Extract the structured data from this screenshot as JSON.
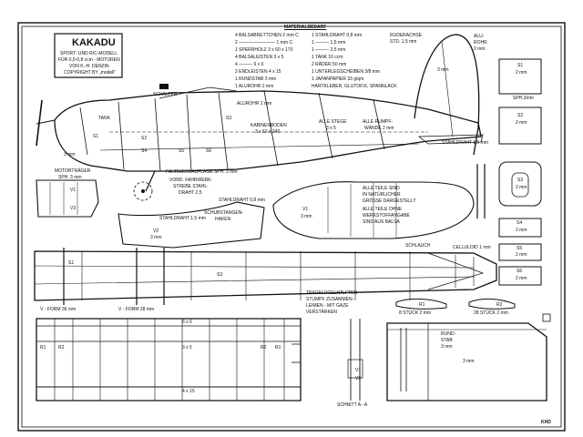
{
  "title": {
    "name": "KAKADU",
    "line1": "SPORT- UND R/C-MODELL",
    "line2": "FÜR 0,5-0,8 ccm - MOTOREN",
    "line3": "VON K.-H. DENZIN",
    "copyright": "COPYRIGHT BY „modell“"
  },
  "materials": {
    "heading": "MATERIALBEDARF",
    "left": [
      "4 BALSABRETTCHEN 2 mm C",
      "2 ———————— 1 mm C",
      "1 SPERRHOLZ 3 x 60 x 170",
      "4 BALSALEISTEN 3 x 5",
      "4 ——— 6 x 6",
      "2 ENDLEISTEN 4 x 15",
      "1 RUNDSTAB 3 mm",
      "1 ALUROHR 2 mm"
    ],
    "right": [
      "1 STAHLDRAHT 0,8 mm",
      "1 ——— 1,5 mm",
      "1 ——— 2,5 mm",
      "1 TANK 10 ccm",
      "2 RÄDER 50 mm",
      "1 UNTERLEGSCHEIBEN 3/8 mm",
      "1 JAPANPAPIER 33 g/qm",
      "HARTKLEBER, GLUTOFIX, SPANNLACK"
    ]
  },
  "labels": {
    "ruderachse": "RUDERACHSE",
    "std": "STD. 1,5 mm",
    "alurohr": "ALU-",
    "rohr": "ROHR",
    "alu_2mm": "2 mm",
    "schalter": "SCHALTER",
    "tank": "TANK",
    "alurohr_2mm": "ALUROHR 2 mm",
    "kabinenboden": "KABINENBODEN",
    "kab_dims": "3 x 52 x 240",
    "alle_stege": "ALLE STEGE",
    "stege_dims": "3 x 5",
    "alle_rumpf": "ALLE RUMPF-",
    "waende": "WÄNDE 2 mm",
    "stahldraht_15": "STAHLDRAHT 1,5 mm",
    "motortrager": "MOTORTRÄGER",
    "sph3": "SPH. 3 mm",
    "fahrwerk1": "FAHRWERKAUFLAGE SPH. 3 mm",
    "fahrwerk2": "VORD. FAHRWERK-",
    "fahrwerk3": "STREBE STAHL-",
    "fahrwerk4": "DRAHT 2,5",
    "stahldraht_08": "STAHLDRAHT 0,8 mm",
    "schubstangen1": "SCHUBSTANGEN-",
    "schubstangen2": "HAKEN",
    "stahldraht_15b": "STAHLDRAHT 1,5 mm",
    "note1": "ALLE TEILE SIND",
    "note2": "IN NATÜRLICHER",
    "note3": "GRÖSSE DARGESTELLT",
    "note4": "ALLE TEILE OHNE",
    "note5": "WERKSTOFFANGABE",
    "note6": "SIND AUS BALSA",
    "schlauch": "SCHLAUCH",
    "celluloid": "CELLULOID 1 mm",
    "trag1": "TRAGFLÜGELHÄLFTEN",
    "trag2": "STUMPF ZUSAMMEN-",
    "trag3": "LEIMEN - MIT GAZE",
    "trag4": "VERSTÄRKEN",
    "r1_stueck": "8 STÜCK 2 mm",
    "r2_stueck": "28 STÜCK 2 mm",
    "vform36": "V - FORM 36 mm",
    "vform28": "V - FORM 28 mm",
    "rundstab": "RUND-",
    "stab": "STAB",
    "stab_3mm": "3 mm",
    "schnitt": "SCHNITT A - A",
    "mm3": "3 mm",
    "mm2": "2 mm",
    "d6x6": "6 x 6",
    "d3x5": "3 x 5",
    "d4x15": "4 x 15",
    "sph3mm": "SPH.3mm",
    "khd": "KHD"
  },
  "parts": {
    "s1": "S1",
    "s2": "S2",
    "s3": "S3",
    "s4": "S4",
    "s5": "S5",
    "s6": "S6",
    "v1": "V1",
    "v2": "V2",
    "v3": "V3",
    "r1": "R1",
    "r2": "R2"
  }
}
